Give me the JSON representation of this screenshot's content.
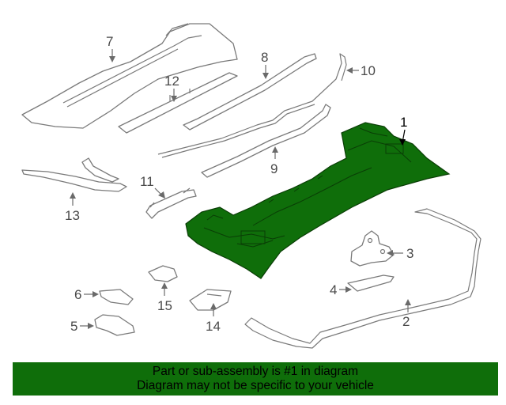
{
  "callouts": {
    "c1": "1",
    "c2": "2",
    "c3": "3",
    "c4": "4",
    "c5": "5",
    "c6": "6",
    "c7": "7",
    "c8": "8",
    "c9": "9",
    "c10": "10",
    "c11": "11",
    "c12": "12",
    "c13": "13",
    "c14": "14",
    "c15": "15"
  },
  "highlighted_part": "1",
  "colors": {
    "highlight": "#0f6e0a",
    "line": "#7a7a7a"
  },
  "banner": {
    "line1": "Part or sub-assembly is #1 in diagram",
    "line2": "Diagram may not be specific to your vehicle"
  }
}
